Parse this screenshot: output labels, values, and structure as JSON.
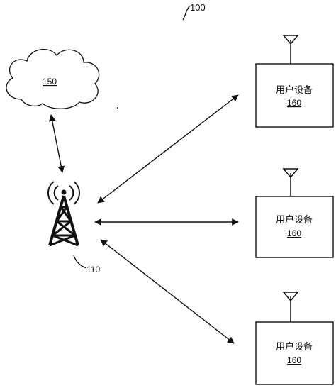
{
  "figure_ref": "100",
  "cloud": {
    "ref": "150"
  },
  "base_station": {
    "ref": "110"
  },
  "devices": [
    {
      "title": "用户设备",
      "ref": "160"
    },
    {
      "title": "用户设备",
      "ref": "160"
    },
    {
      "title": "用户设备",
      "ref": "160"
    }
  ]
}
